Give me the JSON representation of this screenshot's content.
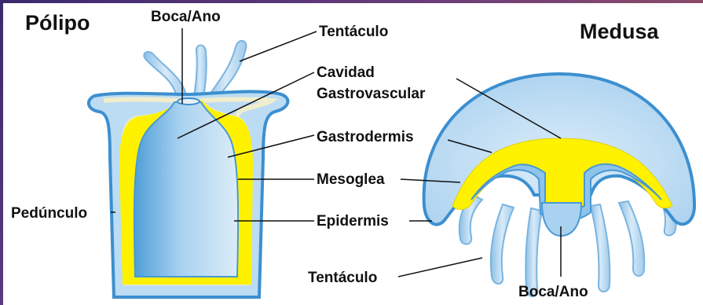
{
  "polyp": {
    "title": "Pólipo",
    "mouth_label": "Boca/Ano",
    "stalk_label": "Pedúnculo"
  },
  "medusa": {
    "title": "Medusa",
    "tentacle_label": "Tentáculo",
    "mouth_label": "Boca/Ano"
  },
  "shared_labels": {
    "tentacle": "Tentáculo",
    "cavity_line1": "Cavidad",
    "cavity_line2": "Gastrovascular",
    "gastrodermis": "Gastrodermis",
    "mesoglea": "Mesoglea",
    "epidermis": "Epidermis"
  },
  "colors": {
    "outer_blue": "#5aa6dc",
    "light_blue": "#bcdcf3",
    "cavity_blue": "#8ec3ea",
    "gastrodermis_yellow": "#fff200",
    "mesoglea_cream": "#f5f0c8",
    "frame_purple": "#4a3276"
  }
}
